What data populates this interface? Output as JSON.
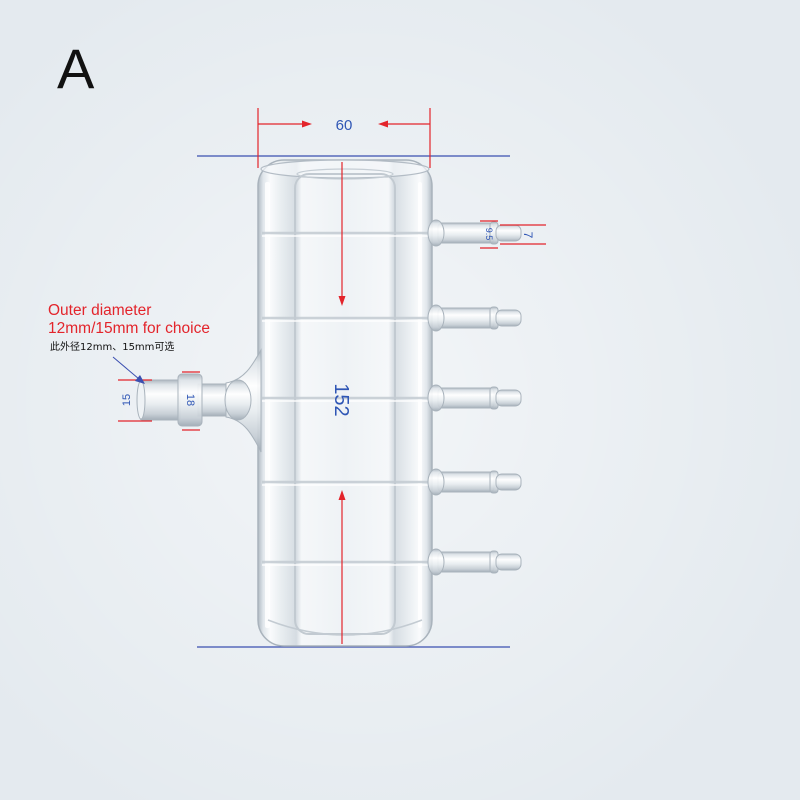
{
  "panel_label": "A",
  "dimensions": {
    "body_width": "60",
    "body_height": "152",
    "outlet_outer": "9.5",
    "outlet_tip": "7",
    "inlet_end": "15",
    "inlet_sleeve": "18"
  },
  "note": {
    "title": "Outer diameter",
    "options": "12mm/15mm for choice",
    "options_cn": "此外径12mm、15mm可选"
  },
  "colors": {
    "background": "#e4eaef",
    "dimension_line": "#e3242b",
    "dimension_text": "#2f56b5",
    "reference_line": "#3b4fb0",
    "note_text": "#e3242b",
    "note_cn_text": "#111111",
    "glass_edge": "#a9b3bc"
  }
}
